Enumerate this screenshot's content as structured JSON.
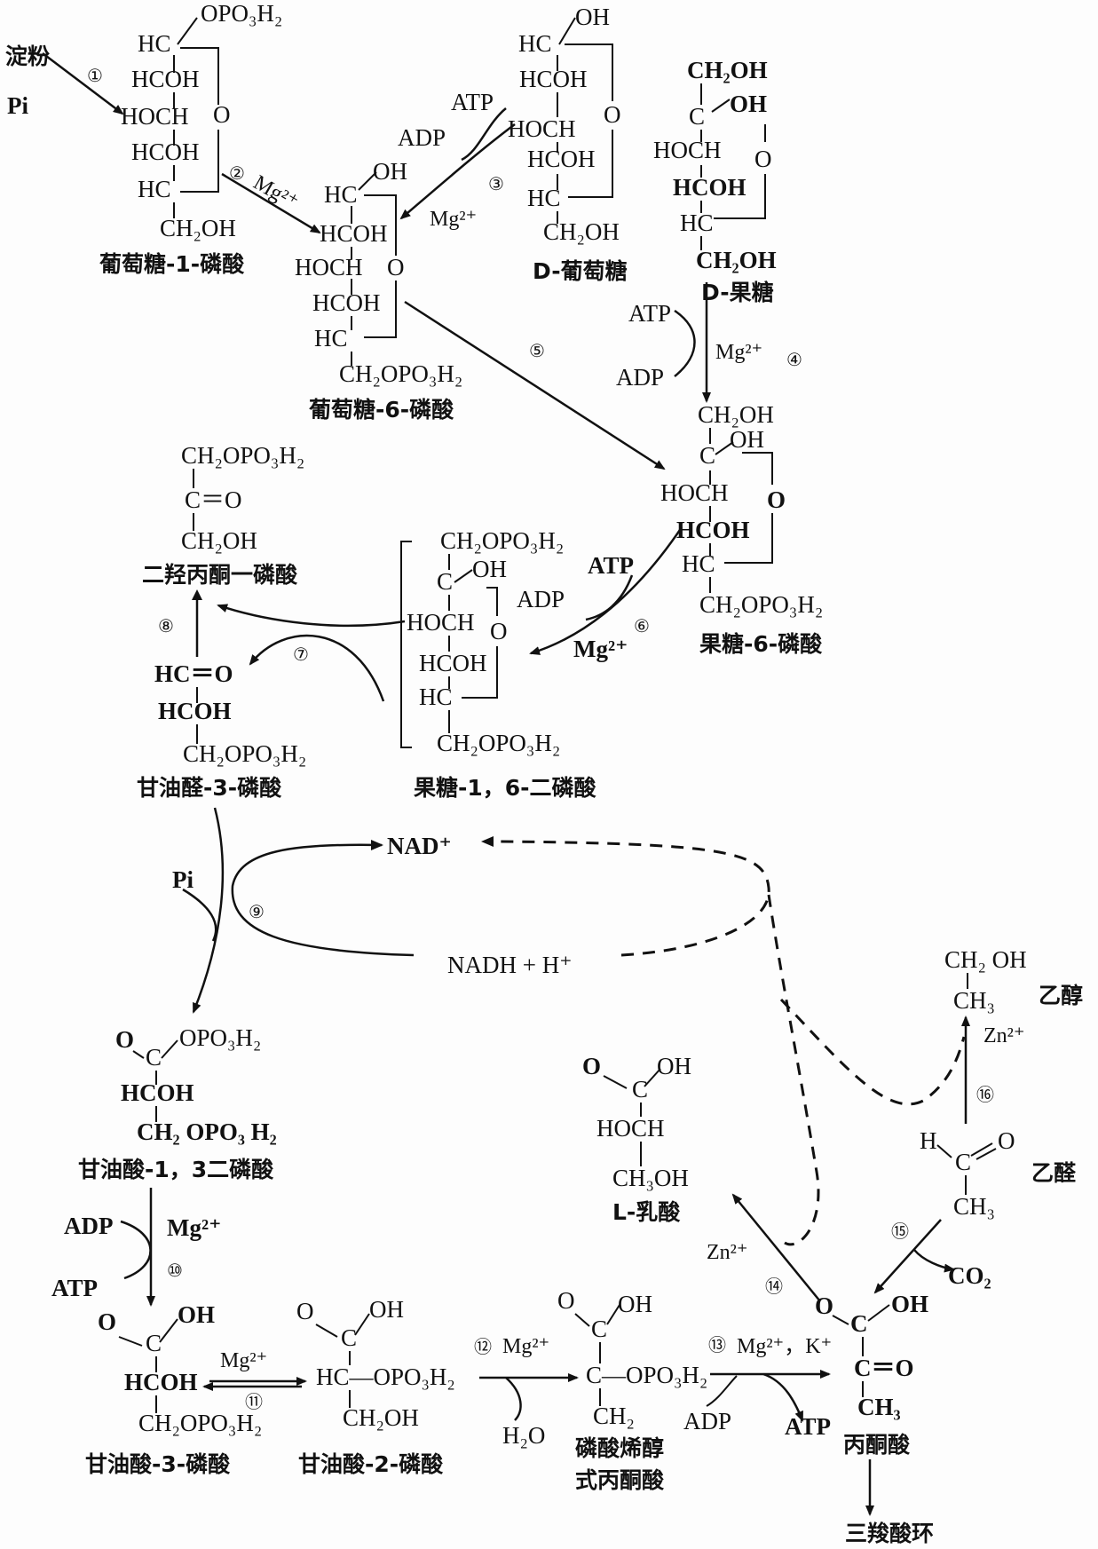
{
  "inputs": {
    "starch": "淀粉",
    "pi_top": "Pi",
    "pi_mid": "Pi"
  },
  "steps": {
    "s1": "①",
    "s2": "②",
    "s3": "③",
    "s4": "④",
    "s5": "⑤",
    "s6": "⑥",
    "s7": "⑦",
    "s8": "⑧",
    "s9": "⑨",
    "s10": "⑩",
    "s11": "⑪",
    "s12": "⑫",
    "s13": "⑬",
    "s14": "⑭",
    "s15": "⑮",
    "s16": "⑯"
  },
  "cofactors": {
    "mg2_s2": "Mg²⁺",
    "atp_s3": "ATP",
    "adp_s3": "ADP",
    "mg2_s3": "Mg²⁺",
    "atp_s4": "ATP",
    "adp_s4": "ADP",
    "mg2_s4": "Mg²⁺",
    "atp_s6": "ATP",
    "adp_s6": "ADP",
    "mg2_s6": "Mg²⁺",
    "nad": "NAD⁺",
    "nadh": "NADH + H⁺",
    "adp_s10": "ADP",
    "mg2_s10": "Mg²⁺",
    "atp_s10": "ATP",
    "mg2_s11": "Mg²⁺",
    "mg2_s12": "Mg²⁺",
    "h2o": "H₂O",
    "mg_k_s13": "Mg²⁺，K⁺",
    "adp_s13": "ADP",
    "atp_s13": "ATP",
    "zn_s14": "Zn²⁺",
    "co2": "CO₂",
    "zn_s16": "Zn²⁺"
  },
  "compounds": {
    "g1p": {
      "name": "葡萄糖-1-磷酸",
      "lines": [
        "OPO₃H₂",
        "HC",
        "HCOH",
        "HOCH",
        "HCOH",
        "HC",
        "CH₂OH",
        "O"
      ]
    },
    "glucose": {
      "name": "D-葡萄糖",
      "lines": [
        "OH",
        "HC",
        "HCOH",
        "HOCH",
        "HCOH",
        "HC",
        "CH₂OH",
        "O"
      ]
    },
    "fructose": {
      "name": "D-果糖",
      "lines": [
        "CH₂OH",
        "C",
        "OH",
        "HOCH",
        "HCOH",
        "HC",
        "CH₂OH",
        "O"
      ]
    },
    "g6p": {
      "name": "葡萄糖-6-磷酸",
      "lines": [
        "HC",
        "OH",
        "HCOH",
        "HOCH",
        "HCOH",
        "HC",
        "CH₂OPO₃H₂",
        "O"
      ]
    },
    "f6p": {
      "name": "果糖-6-磷酸",
      "lines": [
        "CH₂OH",
        "C",
        "OH",
        "HOCH",
        "HCOH",
        "HC",
        "CH₂OPO₃H₂",
        "O"
      ]
    },
    "f16bp": {
      "name": "果糖-1，6-二磷酸",
      "lines": [
        "CH₂OPO₃H₂",
        "C",
        "OH",
        "HOCH",
        "HCOH",
        "HC",
        "CH₂OPO₃H₂",
        "O"
      ]
    },
    "dhap": {
      "name": "二羟丙酮一磷酸",
      "lines": [
        "CH₂OPO₃H₂",
        "C＝O",
        "CH₂OH"
      ]
    },
    "g3p": {
      "name": "甘油醛-3-磷酸",
      "lines": [
        "HC＝O",
        "HCOH",
        "CH₂OPO₃H₂"
      ]
    },
    "bpg": {
      "name": "甘油酸-1，3二磷酸",
      "lines": [
        "O",
        "C",
        "OPO₃H₂",
        "HCOH",
        "CH₂ OPO₃ H₂"
      ]
    },
    "pg3": {
      "name": "甘油酸-3-磷酸",
      "lines": [
        "O",
        "C",
        "OH",
        "HCOH",
        "CH₂OPO₃H₂"
      ]
    },
    "pg2": {
      "name": "甘油酸-2-磷酸",
      "lines": [
        "O",
        "C",
        "OH",
        "HC—OPO₃H₂",
        "CH₂OH"
      ]
    },
    "pep": {
      "name": "磷酸烯醇",
      "name2": "式丙酮酸",
      "lines": [
        "O",
        "C",
        "OH",
        "C—OPO₃H₂",
        "CH₂"
      ]
    },
    "pyruvate": {
      "name": "丙酮酸",
      "lines": [
        "O",
        "C",
        "OH",
        "C＝O",
        "CH₃"
      ]
    },
    "lactate": {
      "name": "L-乳酸",
      "lines": [
        "O",
        "C",
        "OH",
        "HOCH",
        "CH₃OH"
      ]
    },
    "acetaldehyde": {
      "name": "乙醛",
      "lines": [
        "H",
        "C",
        "O",
        "CH₃"
      ]
    },
    "ethanol": {
      "name": "乙醇",
      "lines": [
        "CH₂ OH",
        "CH₃"
      ]
    },
    "tca": {
      "name": "三羧酸环"
    }
  }
}
